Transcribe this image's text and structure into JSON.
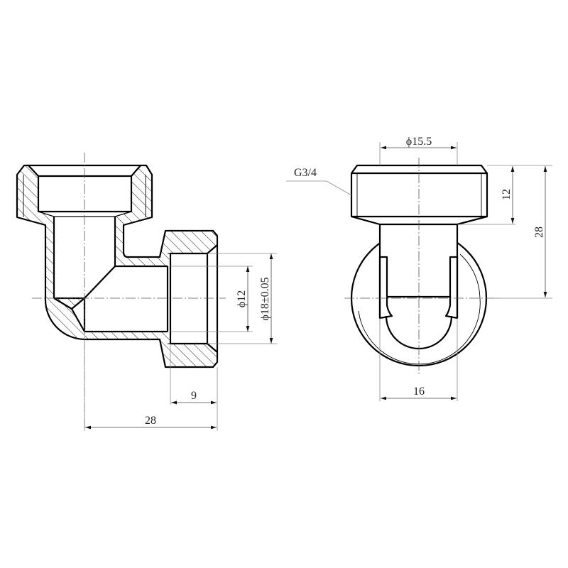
{
  "drawing": {
    "type": "technical-drawing",
    "subject": "90-degree pipe elbow fitting",
    "views": [
      {
        "name": "section-view",
        "dimensions": {
          "bore_diameter": "ϕ12",
          "port_diameter": "ϕ18±0.05",
          "port_depth": "9",
          "overall_length": "28"
        }
      },
      {
        "name": "side-view",
        "dimensions": {
          "thread_spec": "G3/4",
          "thread_diameter": "ϕ15.5",
          "hex_height": "12",
          "overall_height": "28",
          "body_width": "16"
        }
      }
    ]
  },
  "labels": {
    "phi12": "ϕ12",
    "phi18": "ϕ18±0.05",
    "dim9": "9",
    "dim28_left": "28",
    "g34": "G3/4",
    "phi155": "ϕ15.5",
    "dim12": "12",
    "dim28_right": "28",
    "dim16": "16"
  },
  "colors": {
    "line": "#000000",
    "dimension": "#444444",
    "background": "#ffffff"
  }
}
